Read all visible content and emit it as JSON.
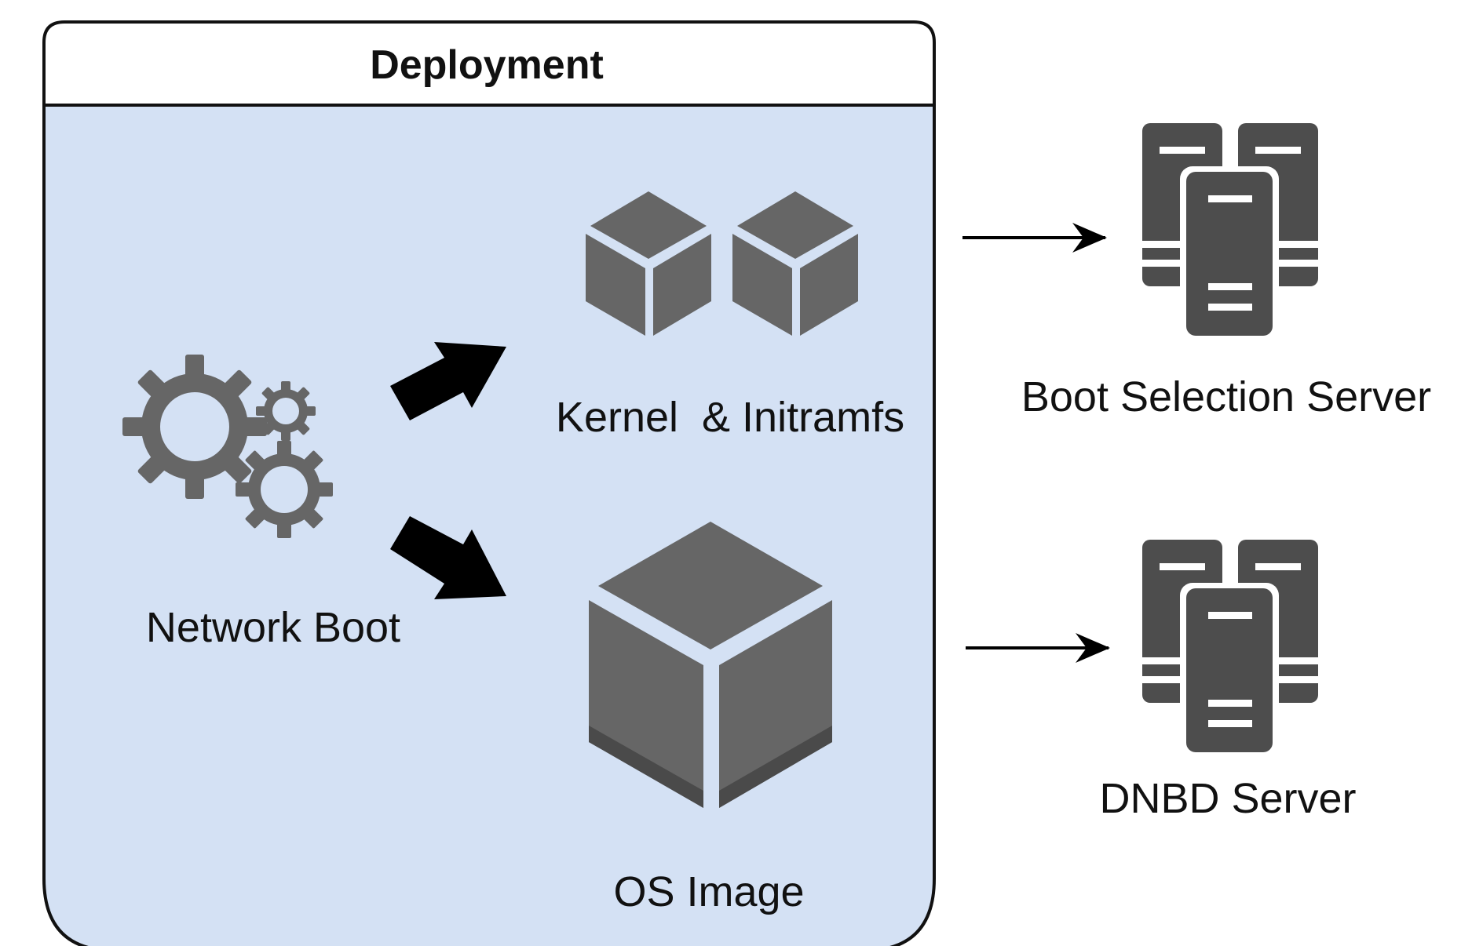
{
  "colors": {
    "container_fill": "#d4e1f4",
    "icon_gray": "#666666",
    "server_gray": "#4d4d4d",
    "arrow": "#000000",
    "stroke": "#111111"
  },
  "container": {
    "title": "Deployment"
  },
  "labels": {
    "network_boot": "Network Boot",
    "kernel_initramfs": "Kernel  & Initramfs",
    "os_image": "OS Image",
    "boot_selection_server": "Boot Selection Server",
    "dnbd_server": "DNBD Server"
  },
  "icons": {
    "network_boot": "gears-icon",
    "kernel_initramfs": "two-cubes-icon",
    "os_image": "cube-icon",
    "boot_selection_server": "server-cluster-icon",
    "dnbd_server": "server-cluster-icon"
  }
}
